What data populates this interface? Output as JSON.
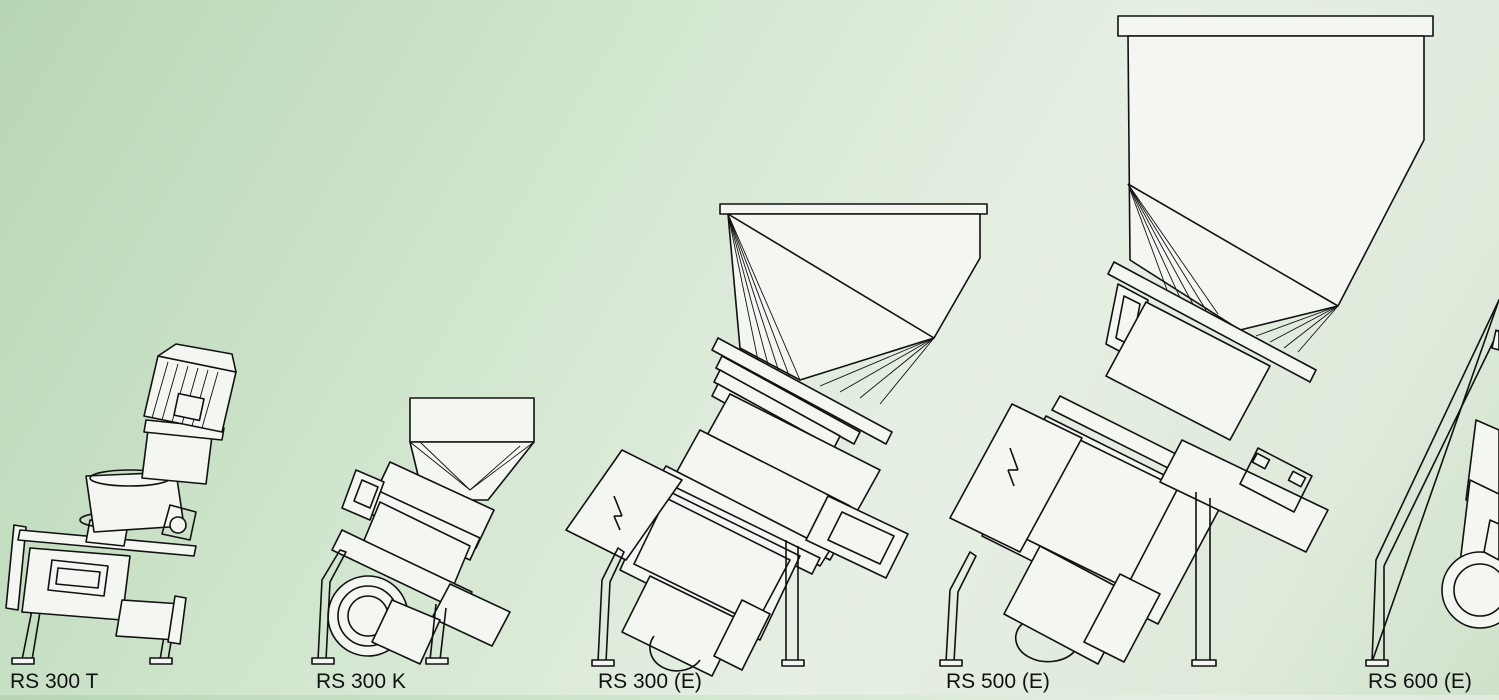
{
  "models": [
    {
      "label": "RS 300 T"
    },
    {
      "label": "RS 300 K"
    },
    {
      "label": "RS 300 (E)"
    },
    {
      "label": "RS 500 (E)"
    },
    {
      "label": "RS 600 (E)"
    }
  ],
  "colors": {
    "background_light": "#e6efe3",
    "background_dark": "#b7d6b4",
    "line": "#111111"
  }
}
